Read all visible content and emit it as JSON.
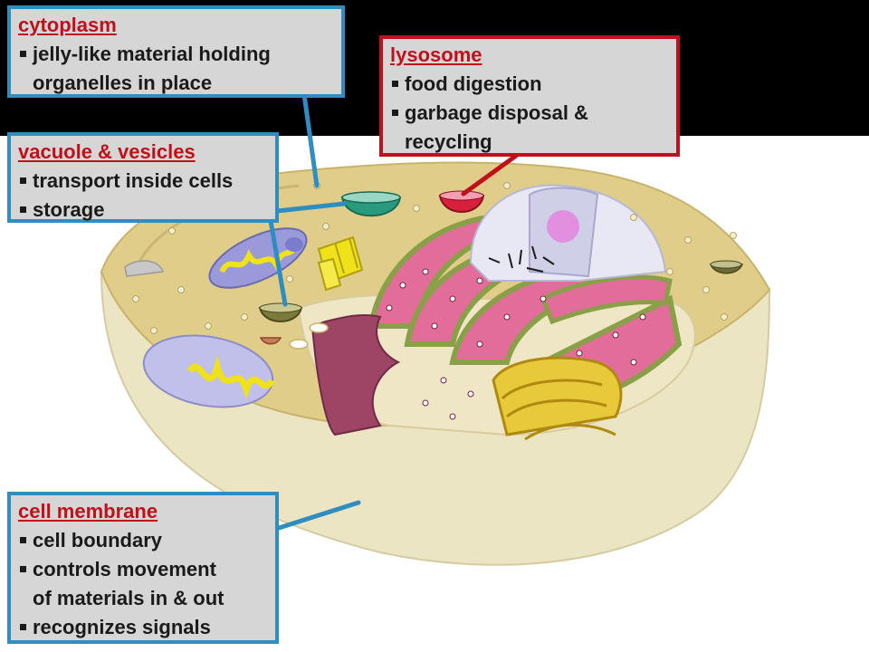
{
  "colors": {
    "background_top": "#000000",
    "box_fill": "#d6d6d6",
    "blue_border": "#2f8dc0",
    "red_border": "#c0101a",
    "title_red": "#c0101a"
  },
  "labels": {
    "cytoplasm": {
      "title": "cytoplasm",
      "items": [
        "jelly-like material holding",
        "organelles in place"
      ]
    },
    "lysosome": {
      "title": "lysosome",
      "items": [
        "food digestion",
        "garbage disposal &",
        "recycling"
      ]
    },
    "vacuole": {
      "title": "vacuole & vesicles",
      "items": [
        "transport inside cells",
        "storage"
      ]
    },
    "membrane": {
      "title": "cell membrane",
      "items": [
        "cell boundary",
        "controls movement",
        "of materials in & out",
        "recognizes signals"
      ]
    }
  }
}
